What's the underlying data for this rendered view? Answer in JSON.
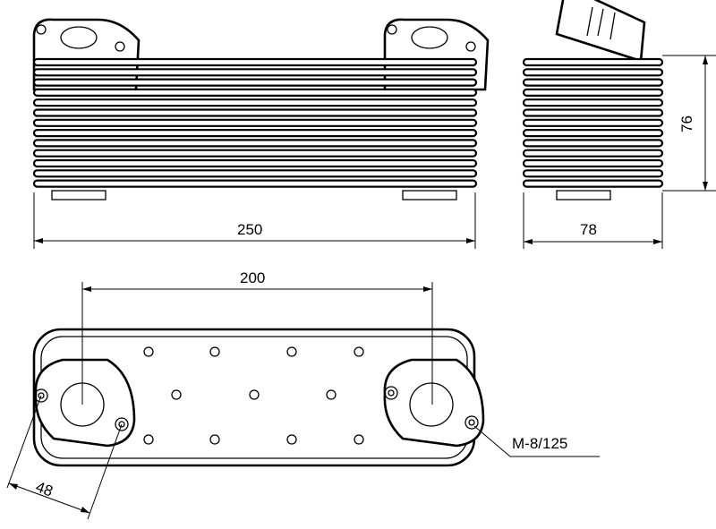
{
  "dimensions": {
    "length": "250",
    "depth": "78",
    "height": "76",
    "port_spacing": "200",
    "flange_bolt_spacing": "48",
    "thread": "M-8/125"
  },
  "colors": {
    "line": "#000000",
    "background": "#ffffff"
  }
}
